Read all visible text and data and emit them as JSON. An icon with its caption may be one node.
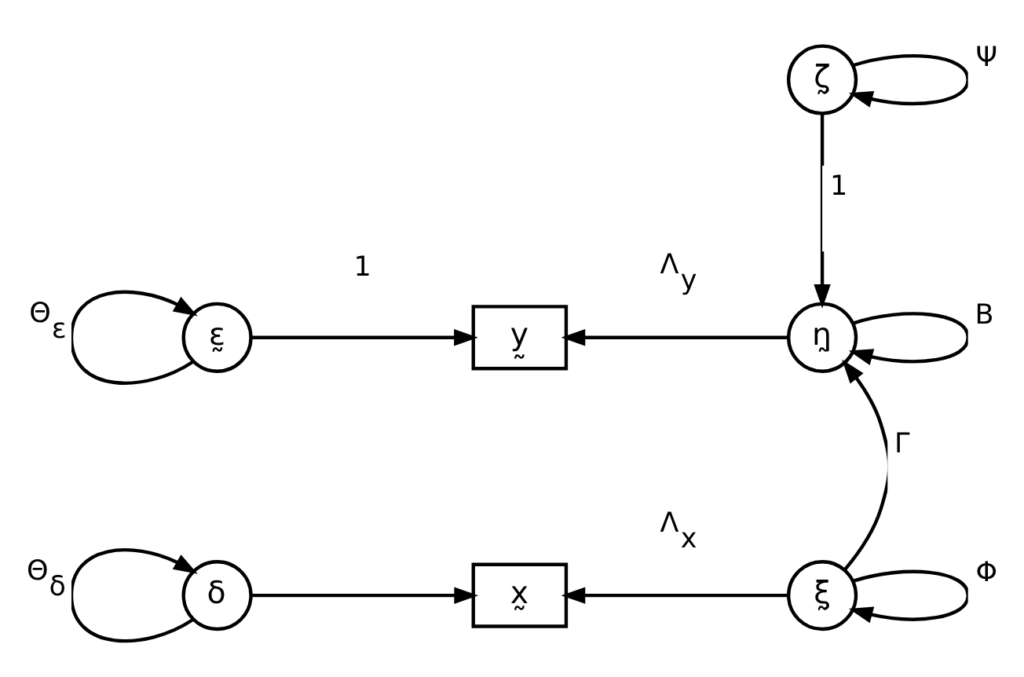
{
  "diagram": {
    "nodes": [
      {
        "text": [
          "ζ̰"
        ]
      },
      {
        "text": [
          "ε̰"
        ]
      },
      {
        "text": [
          "y̰"
        ]
      },
      {
        "text": [
          "η̰"
        ]
      },
      {
        "text": [
          "δ"
        ]
      },
      {
        "text": [
          "x̰"
        ]
      },
      {
        "text": [
          "ξ̰"
        ]
      }
    ],
    "edges": [
      {
        "from": 0,
        "to": 0,
        "arrow": "to",
        "label": "Ψ"
      },
      {
        "from": 1,
        "to": 1,
        "arrow": "to",
        "label": "Θ$_{ε}$"
      },
      {
        "from": 1,
        "to": 2,
        "arrow": "to",
        "label": "1"
      },
      {
        "from": 3,
        "to": 2,
        "arrow": "to",
        "label": "Λ$_{y}$"
      },
      {
        "from": 0,
        "to": 3,
        "arrow": "to",
        "label": "1"
      },
      {
        "from": 3,
        "to": 3,
        "arrow": "to",
        "label": "B"
      },
      {
        "from": 6,
        "to": 3,
        "arrow": "to",
        "label": "Γ"
      },
      {
        "from": 4,
        "to": 4,
        "arrow": "to",
        "label": "Θ$_{δ}$"
      },
      {
        "from": 4,
        "to": 5,
        "arrow": "to"
      },
      {
        "from": 6,
        "to": 5,
        "arrow": "to",
        "label": "Λ$_{x}$"
      },
      {
        "from": 6,
        "to": 6,
        "arrow": "to",
        "label": "Φ"
      }
    ]
  }
}
